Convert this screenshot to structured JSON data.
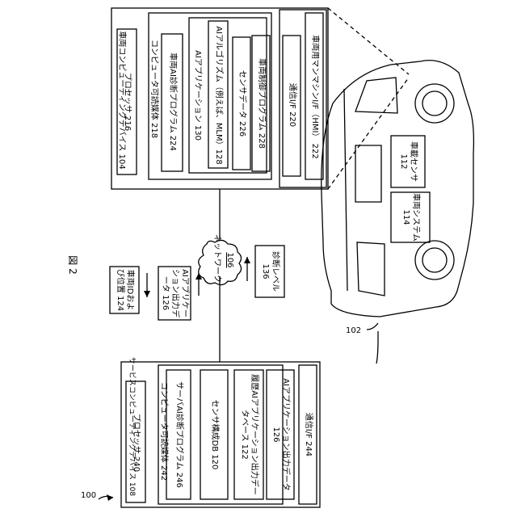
{
  "figure": {
    "title": "図 2",
    "ref_system": "100",
    "ref_vehicle": "102"
  },
  "vehicle_device": {
    "title": "車両コンピューティングデバイス 104",
    "items": [
      "プロセッサ 216",
      "コンピュータ可読媒体 218",
      "車両AI診断プログラム 224",
      "AIアプリケーション 130",
      "AIアルゴリズム（例えば、MLM）128",
      "センサデータ 226",
      "車両制御プログラム 228",
      "通信I/F 220",
      "車両用マンマシンI/F（HMI） 222"
    ]
  },
  "service_device": {
    "title": "サービスコンピューティングデバイス 108",
    "items": [
      "プロセッサ 240",
      "コンピュータ可読媒体 242",
      "サーバAI診断プログラム 246",
      "センサ構成DB 120",
      "履歴AIアプリケーション出力データベース 122",
      "AIアプリケーション出力データ 126",
      "通信I/F 244"
    ]
  },
  "network": {
    "label": "ネットワーク",
    "number": "106"
  },
  "messages": {
    "id_location": "車両IDおよび位置 124",
    "ai_output": "AIアプリケーション出力データ 126",
    "diag_level": "診断レベル 136"
  },
  "car": {
    "sensor": "車載センサ 112",
    "system": "車両システム 114"
  }
}
